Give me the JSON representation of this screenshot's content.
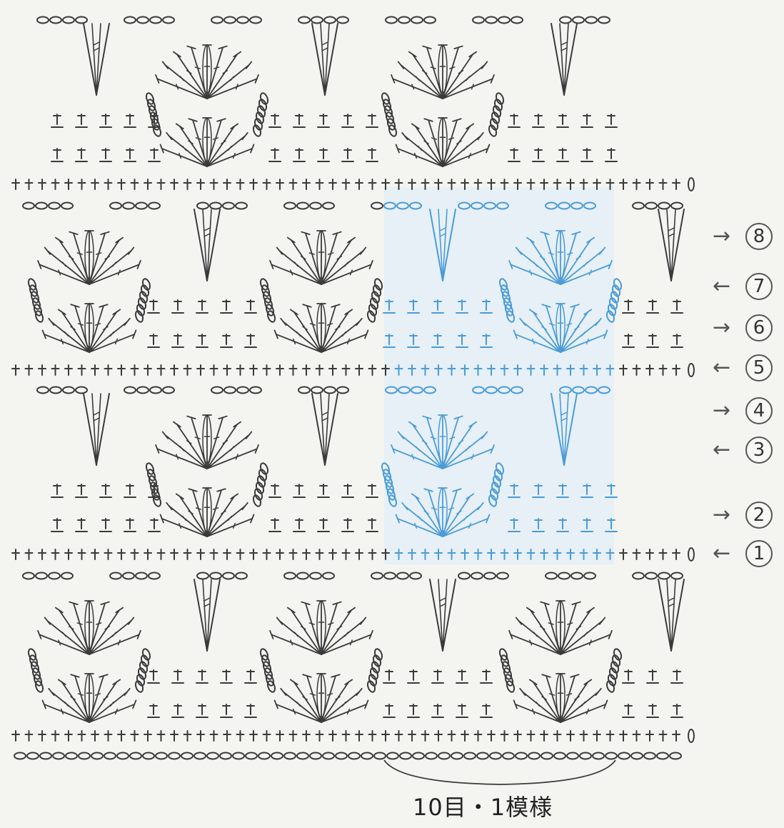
{
  "diagram": {
    "ink_color": "#3a3a3a",
    "highlight_color": "#4a9bd6",
    "background_color": "#f4f4f1",
    "repeat_caption": "10目・1模様",
    "row_markers": [
      {
        "label": "8",
        "arrow": "→"
      },
      {
        "label": "7",
        "arrow": "←"
      },
      {
        "label": "6",
        "arrow": "→"
      },
      {
        "label": "5",
        "arrow": "←"
      },
      {
        "label": "4",
        "arrow": "→"
      },
      {
        "label": "3",
        "arrow": "←"
      },
      {
        "label": "2",
        "arrow": "→"
      },
      {
        "label": "1",
        "arrow": "←"
      }
    ]
  }
}
